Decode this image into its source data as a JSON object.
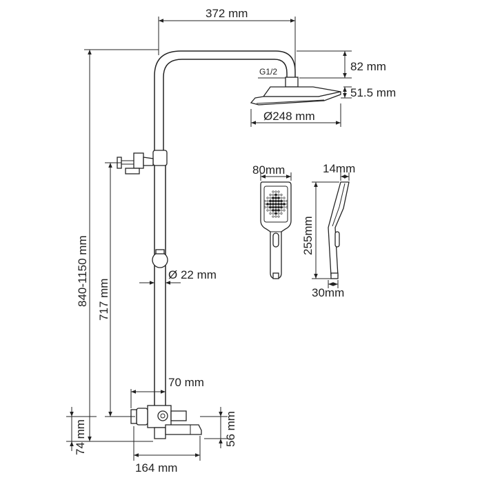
{
  "dimensions": {
    "arm_length": "372 mm",
    "head_offset": "82 mm",
    "thread": "G1/2",
    "head_thickness": "51.5 mm",
    "head_diameter": "Ø248 mm",
    "hand_width": "80mm",
    "hand_depth": "14mm",
    "hand_length": "255mm",
    "hand_base": "30mm",
    "total_height": "840-1150 mm",
    "rail_height": "717 mm",
    "pipe_diameter": "Ø 22 mm",
    "mixer_offset": "70 mm",
    "mixer_height": "74 mm",
    "spout_height": "56 mm",
    "spout_width": "164 mm"
  },
  "colors": {
    "line": "#222222",
    "background": "#ffffff"
  }
}
